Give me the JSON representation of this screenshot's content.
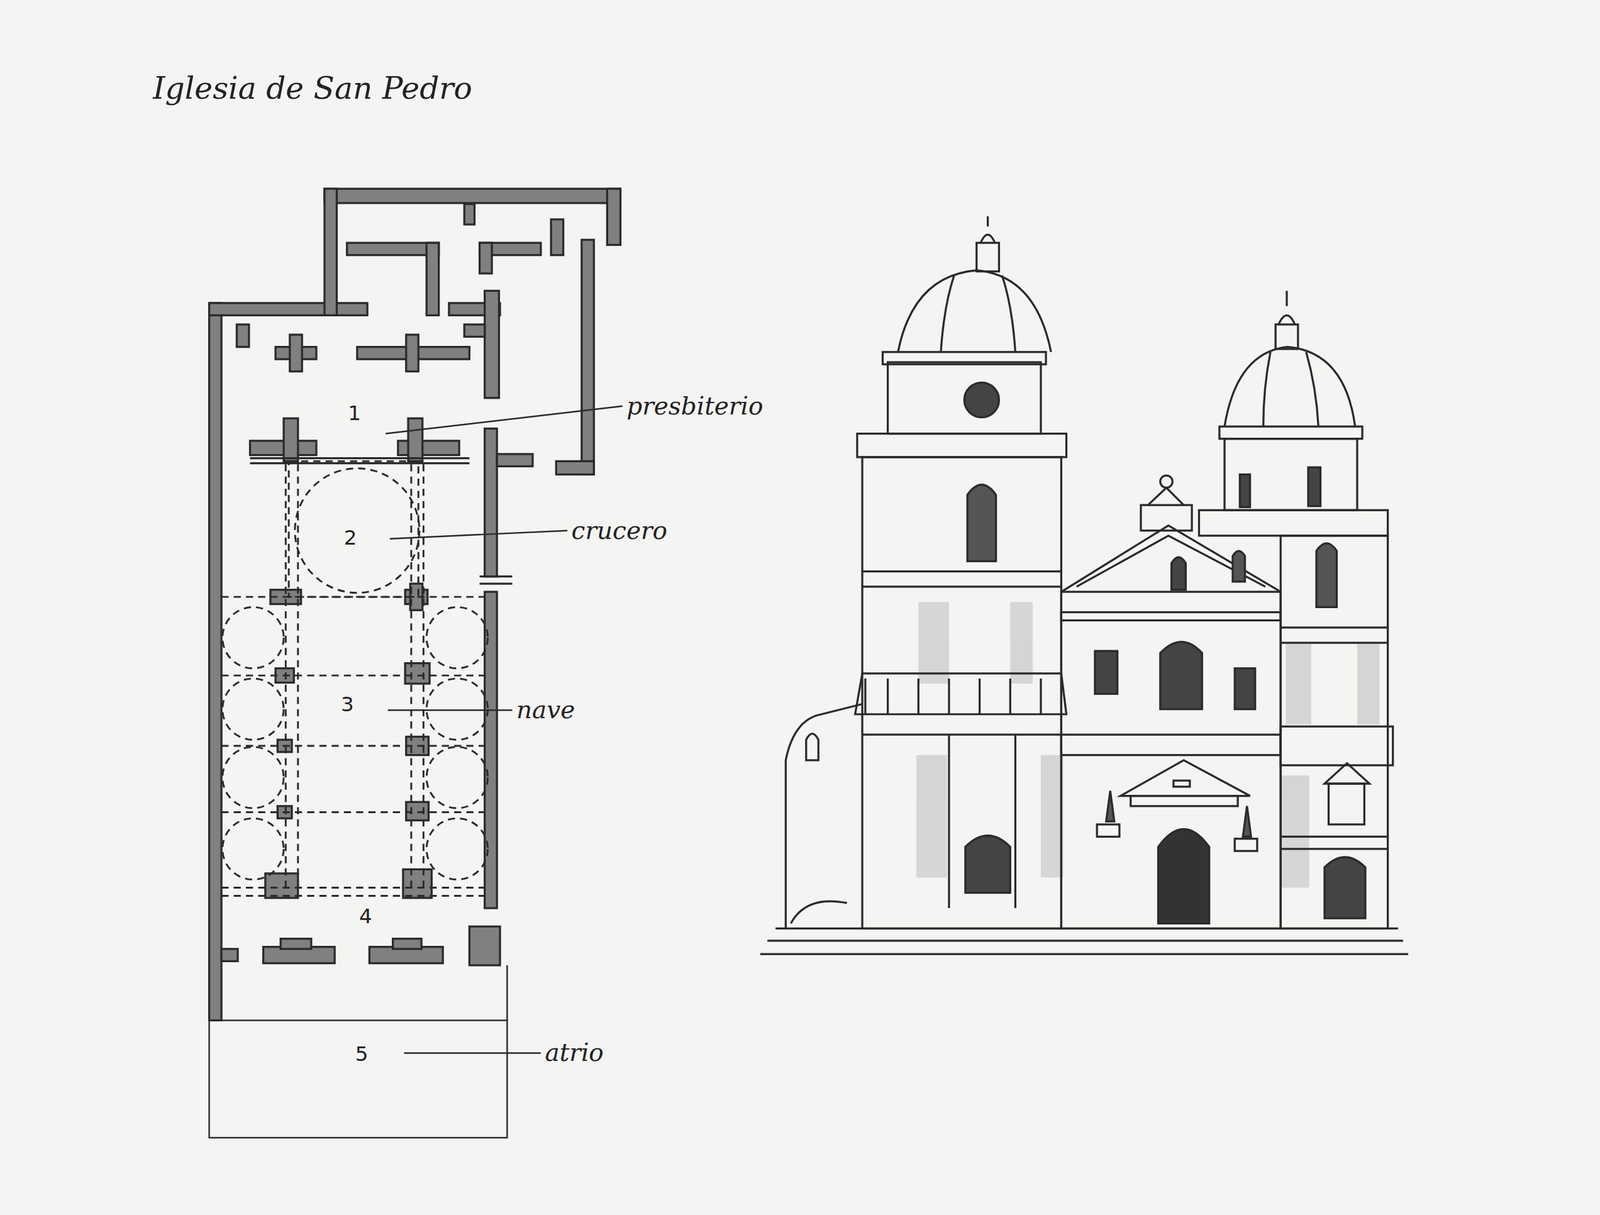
{
  "diagram": {
    "title": "Iglesia de San Pedro",
    "labels": [
      "1",
      "presbiterio",
      "2",
      "crucero",
      "3",
      "nave",
      "4",
      "5",
      "atrio"
    ]
  }
}
